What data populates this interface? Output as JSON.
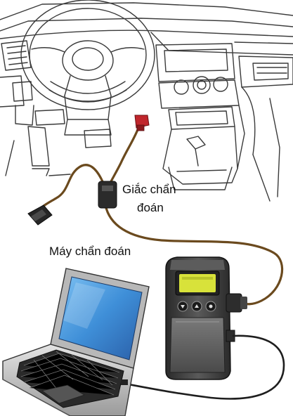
{
  "labels": {
    "diagnostic_connector_line1": "Giắc chẩn",
    "diagnostic_connector_line2": "đoán",
    "diagnostic_scanner": "Máy chẩn đoán"
  },
  "colors": {
    "outline": "#3a3a3a",
    "cable_brown": "#6b4a1e",
    "connector_red": "#c0262c",
    "scanner_body": "#3d3d3d",
    "scanner_screen": "#d8e23a",
    "laptop_screen": "#3f8fd8",
    "laptop_body": "#c8c8c8"
  }
}
